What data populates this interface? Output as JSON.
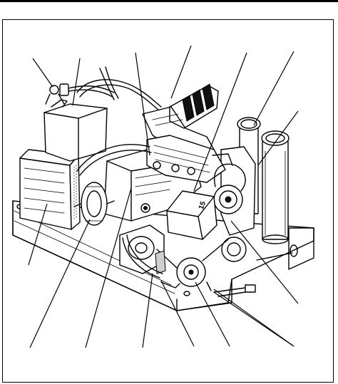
{
  "figure": {
    "label_text": "15"
  },
  "callouts": [
    {
      "id": "top-1"
    },
    {
      "id": "top-2"
    },
    {
      "id": "top-3"
    },
    {
      "id": "top-4"
    },
    {
      "id": "top-5"
    },
    {
      "id": "top-6"
    },
    {
      "id": "top-7"
    },
    {
      "id": "left-1"
    },
    {
      "id": "right-1"
    },
    {
      "id": "right-2"
    },
    {
      "id": "bottom-1"
    },
    {
      "id": "bottom-2"
    },
    {
      "id": "bottom-3"
    },
    {
      "id": "bottom-4"
    },
    {
      "id": "bottom-5"
    },
    {
      "id": "bottom-6"
    }
  ]
}
